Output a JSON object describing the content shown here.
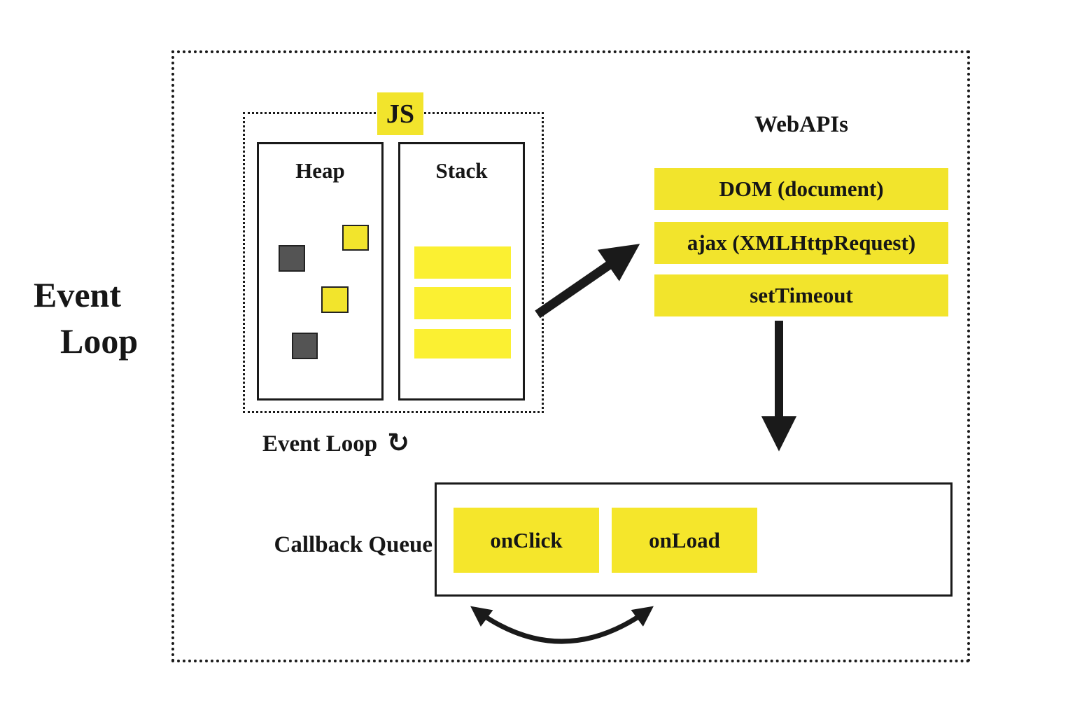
{
  "diagram_title": {
    "line1": "Event",
    "line2": "Loop"
  },
  "js_runtime": {
    "badge": "JS",
    "heap": {
      "title": "Heap",
      "blocks": [
        "yellow",
        "gray",
        "yellow",
        "gray"
      ]
    },
    "stack": {
      "title": "Stack",
      "frame_count": 3
    }
  },
  "webapis": {
    "title": "WebAPIs",
    "items": [
      {
        "label": "DOM (document)"
      },
      {
        "label": "ajax (XMLHttpRequest)"
      },
      {
        "label": "setTimeout"
      }
    ]
  },
  "event_loop_caption": {
    "text": "Event Loop",
    "icon": "↻"
  },
  "callback_queue": {
    "label": "Callback Queue",
    "items": [
      {
        "label": "onClick"
      },
      {
        "label": "onLoad"
      }
    ]
  },
  "colors": {
    "box_yellow": "#F2E42C",
    "stack_bar_yellow": "#FBF032",
    "heap_gray": "#545454",
    "ink": "#1A1A1A",
    "background": "#FFFFFF"
  }
}
